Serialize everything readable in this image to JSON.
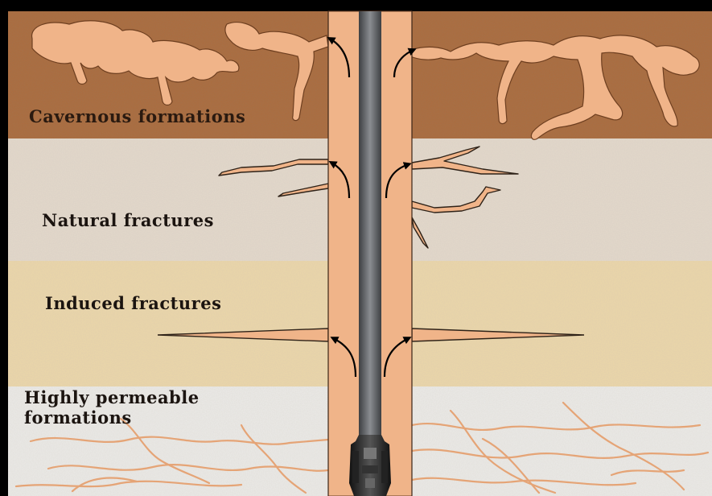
{
  "labels": {
    "cavernous": "Cavernous formations",
    "natural": "Natural fractures",
    "induced": "Induced fractures",
    "highly_line1": "Highly permeable",
    "highly_line2": "formations"
  },
  "colors": {
    "mud": "#f0b489",
    "cavernous_rock": "#ad6b3d",
    "natural_rock": "#e3d8cb",
    "induced_rock": "#ebd6a8",
    "permeable_rock": "#ebeae7",
    "drill_pipe": "#5d6064",
    "arrow": "#000000"
  }
}
